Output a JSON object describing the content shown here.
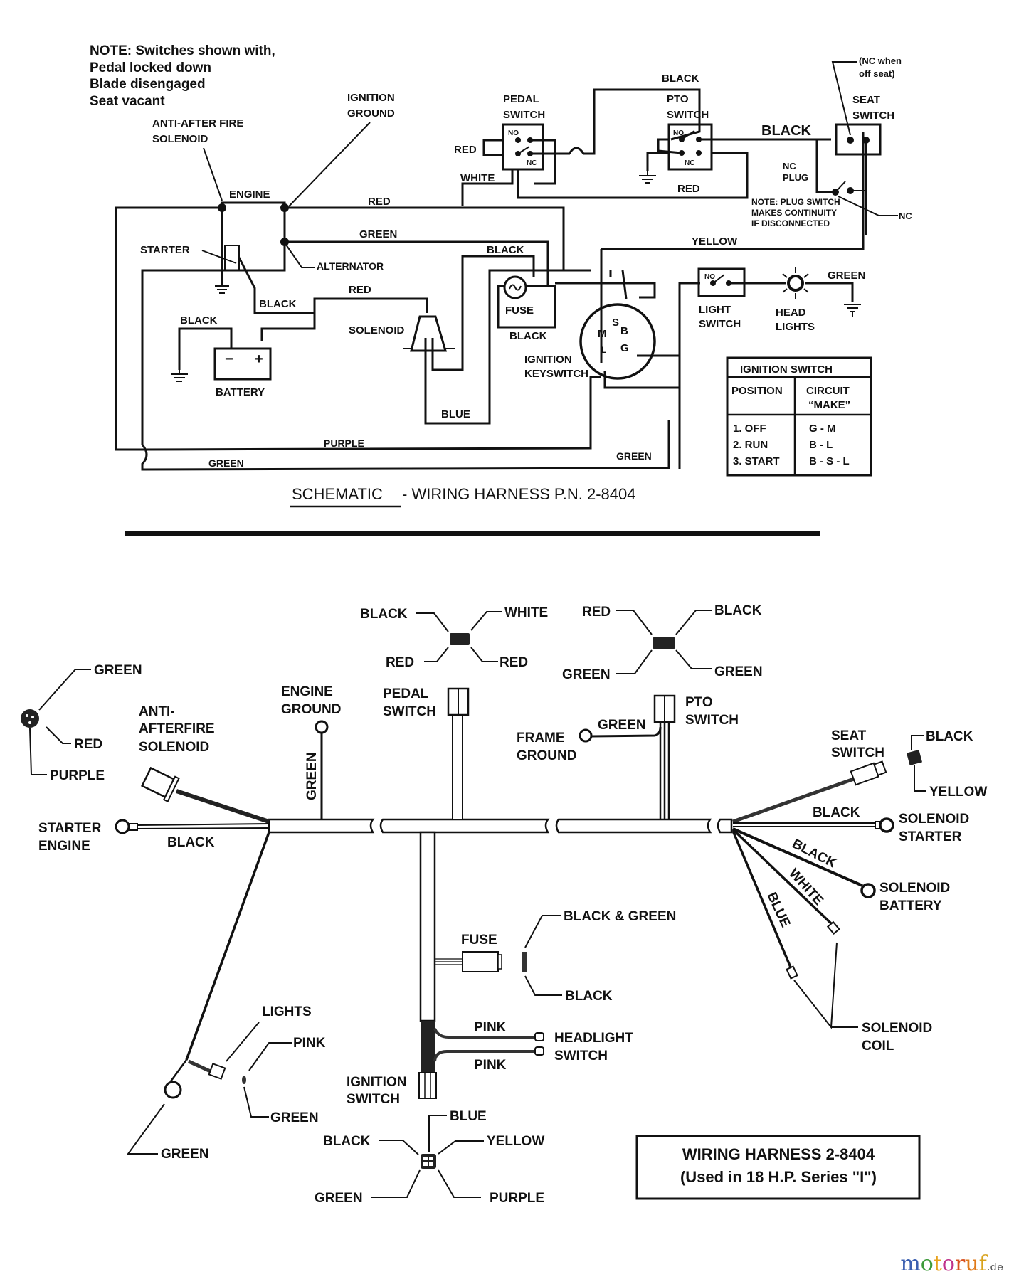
{
  "schematic": {
    "note": [
      "NOTE: Switches shown with,",
      "Pedal locked down",
      "Blade disengaged",
      "Seat vacant"
    ],
    "labels": {
      "anti_after_fire": [
        "ANTI-AFTER FIRE",
        "SOLENOID"
      ],
      "ignition_ground": [
        "IGNITION",
        "GROUND"
      ],
      "engine": "ENGINE",
      "starter": "STARTER",
      "alternator": "ALTERNATOR",
      "battery": "BATTERY",
      "solenoid": "SOLENOID",
      "fuse": "FUSE",
      "ignition_keyswitch": [
        "IGNITION",
        "KEYSWITCH"
      ],
      "pedal_switch": [
        "PEDAL",
        "SWITCH"
      ],
      "pto_switch": [
        "PTO",
        "SWITCH"
      ],
      "seat_switch": [
        "SEAT",
        "SWITCH"
      ],
      "nc_when_off_seat": [
        "(NC when",
        "off seat)"
      ],
      "nc_plug": [
        "NC",
        "PLUG"
      ],
      "plug_note": [
        "NOTE: PLUG SWITCH",
        "MAKES CONTINUITY",
        "IF DISCONNECTED"
      ],
      "nc": "NC",
      "no": "NO",
      "light_switch": [
        "LIGHT",
        "SWITCH"
      ],
      "head_lights": [
        "HEAD",
        "LIGHTS"
      ],
      "battery_minus": "−",
      "battery_plus": "+",
      "key_s": "S",
      "key_m": "M",
      "key_b": "B",
      "key_l": "L",
      "key_g": "G"
    },
    "wires": {
      "red_top": "RED",
      "green_top": "GREEN",
      "red_mid": "RED",
      "black_starter": "BLACK",
      "black_battery": "BLACK",
      "black_fuse_top": "BLACK",
      "black_fuse_bottom": "BLACK",
      "blue": "BLUE",
      "purple": "PURPLE",
      "green_bottom_left": "GREEN",
      "green_bottom_right": "GREEN",
      "yellow": "YELLOW",
      "green_headlight": "GREEN",
      "red_pedal": "RED",
      "white_pedal": "WHITE",
      "black_pto_top": "BLACK",
      "black_pto_seat": "BLACK",
      "red_pto": "RED"
    },
    "ignition_table": {
      "title": "IGNITION SWITCH",
      "col_position": "POSITION",
      "col_circuit": [
        "CIRCUIT",
        "“MAKE”"
      ],
      "rows": [
        {
          "position": "1. OFF",
          "circuit": "G - M"
        },
        {
          "position": "2. RUN",
          "circuit": "B - L"
        },
        {
          "position": "3. START",
          "circuit": "B - S - L"
        }
      ]
    },
    "title_underlined": "SCHEMATIC",
    "title_rest": "-  WIRING HARNESS P.N. 2-8404"
  },
  "harness": {
    "connector_3pin": {
      "a": "GREEN",
      "b": "RED",
      "c": "PURPLE"
    },
    "anti_afterfire": [
      "ANTI-",
      "AFTERFIRE",
      "SOLENOID"
    ],
    "engine_ground": [
      "ENGINE",
      "GROUND"
    ],
    "engine_ground_wire": "GREEN",
    "starter_engine": [
      "STARTER",
      "ENGINE"
    ],
    "starter_wire": "BLACK",
    "pedal_switch": [
      "PEDAL",
      "SWITCH"
    ],
    "pedal_connector": {
      "tl": "BLACK",
      "tr": "WHITE",
      "bl": "RED",
      "br": "RED"
    },
    "pto_connector": {
      "tl": "RED",
      "tr": "BLACK",
      "bl": "GREEN",
      "br": "GREEN"
    },
    "frame_ground": [
      "FRAME",
      "GROUND"
    ],
    "frame_ground_wire": "GREEN",
    "pto_switch": [
      "PTO",
      "SWITCH"
    ],
    "seat_switch": [
      "SEAT",
      "SWITCH"
    ],
    "seat_connector": {
      "top": "BLACK",
      "bottom": "YELLOW"
    },
    "solenoid_starter": [
      "SOLENOID",
      "STARTER"
    ],
    "solenoid_starter_wire": "BLACK",
    "solenoid_battery": [
      "SOLENOID",
      "BATTERY"
    ],
    "solenoid_battery_wire": "BLACK",
    "white_wire": "WHITE",
    "blue_wire": "BLUE",
    "solenoid_coil": [
      "SOLENOID",
      "COIL"
    ],
    "fuse": "FUSE",
    "fuse_top": "BLACK & GREEN",
    "fuse_bottom": "BLACK",
    "pink_top": "PINK",
    "pink_bottom": "PINK",
    "headlight_switch": [
      "HEADLIGHT",
      "SWITCH"
    ],
    "ignition_switch": [
      "IGNITION",
      "SWITCH"
    ],
    "ignition_connector": {
      "top": "BLUE",
      "left": "BLACK",
      "right": "YELLOW",
      "bl": "GREEN",
      "br": "PURPLE"
    },
    "lights": "LIGHTS",
    "lights_connector": {
      "top": "PINK",
      "bottom": "GREEN"
    },
    "ground_ring": "GREEN",
    "box_title": "WIRING HARNESS 2-8404",
    "box_subtitle": "(Used in 18 H.P. Series \"I\")"
  },
  "brand": {
    "letters": [
      "m",
      "o",
      "t",
      "o",
      "r",
      "u",
      "f"
    ],
    "colors": [
      "#3b5fb0",
      "#3d9a3a",
      "#e8a21c",
      "#c0328a",
      "#d8501e",
      "#e07a1a",
      "#d8a21c"
    ],
    "suffix": ".de"
  }
}
